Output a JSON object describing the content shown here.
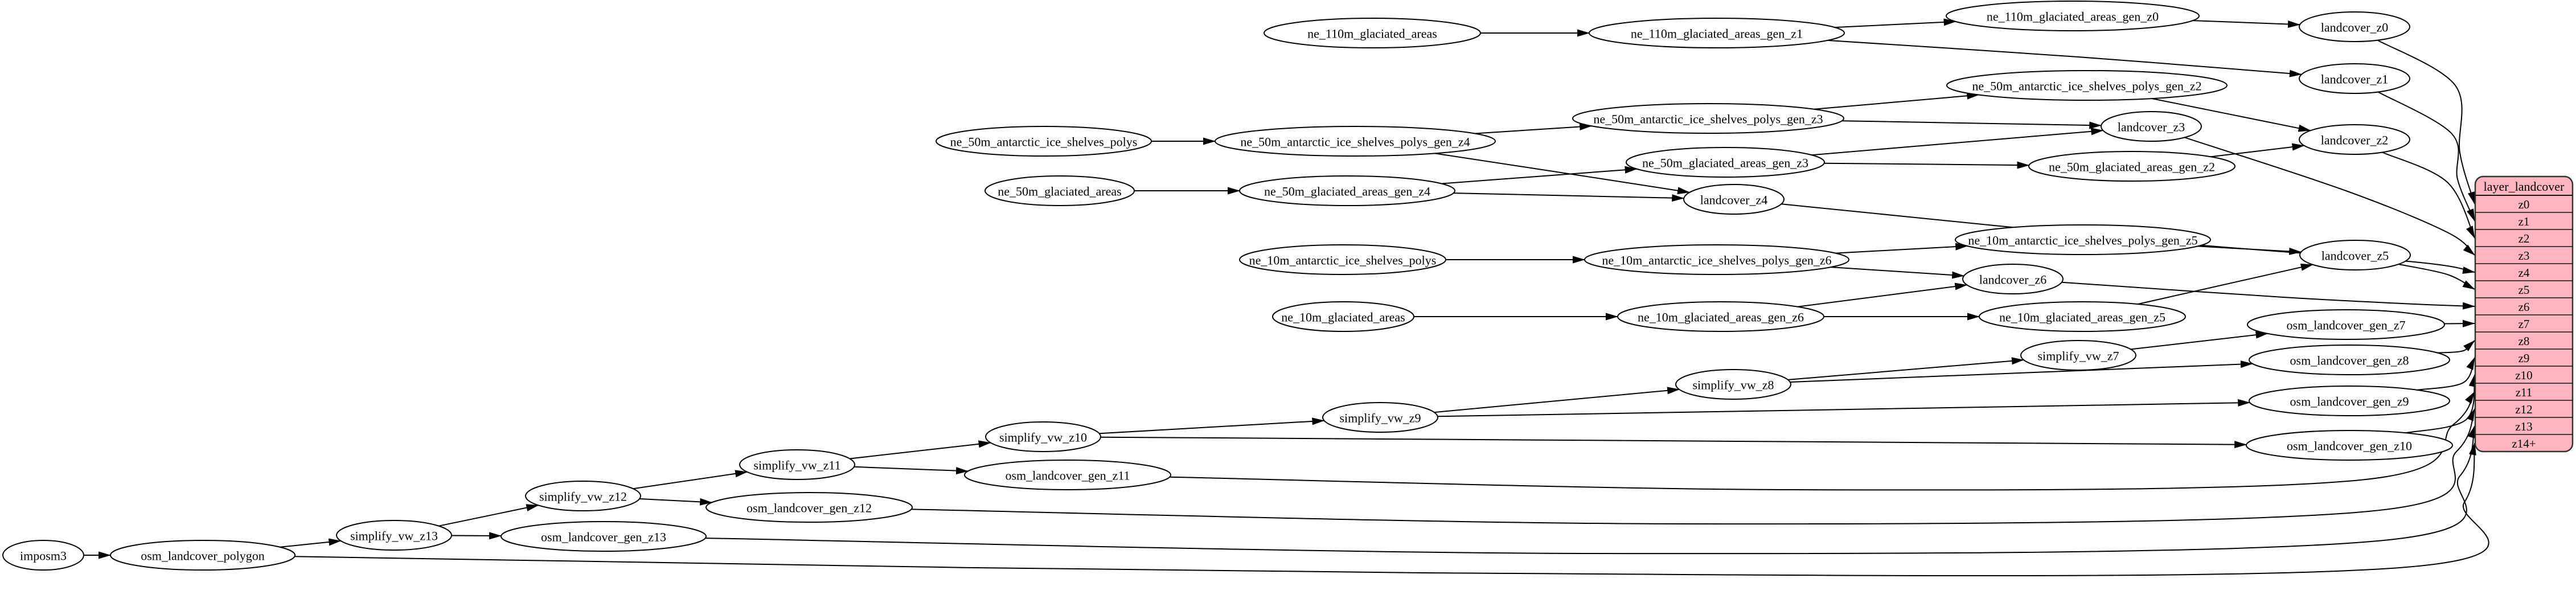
{
  "diagram": {
    "kind": "etl-dependency-graph",
    "colors": {
      "background": "#ffffff",
      "node_fill": "#ffffff",
      "node_stroke": "#000000",
      "edge": "#000000",
      "table_fill": "#ffb6c1",
      "table_border": "#333333",
      "table_separator": "#111111"
    },
    "nodes": [
      {
        "id": "imposm3",
        "label": "imposm3"
      },
      {
        "id": "osm_landcover_polygon",
        "label": "osm_landcover_polygon"
      },
      {
        "id": "simplify_vw_z13",
        "label": "simplify_vw_z13"
      },
      {
        "id": "osm_landcover_gen_z13",
        "label": "osm_landcover_gen_z13"
      },
      {
        "id": "simplify_vw_z12",
        "label": "simplify_vw_z12"
      },
      {
        "id": "osm_landcover_gen_z12",
        "label": "osm_landcover_gen_z12"
      },
      {
        "id": "simplify_vw_z11",
        "label": "simplify_vw_z11"
      },
      {
        "id": "osm_landcover_gen_z11",
        "label": "osm_landcover_gen_z11"
      },
      {
        "id": "simplify_vw_z10",
        "label": "simplify_vw_z10"
      },
      {
        "id": "simplify_vw_z9",
        "label": "simplify_vw_z9"
      },
      {
        "id": "simplify_vw_z8",
        "label": "simplify_vw_z8"
      },
      {
        "id": "simplify_vw_z7",
        "label": "simplify_vw_z7"
      },
      {
        "id": "osm_landcover_gen_z10",
        "label": "osm_landcover_gen_z10"
      },
      {
        "id": "osm_landcover_gen_z9",
        "label": "osm_landcover_gen_z9"
      },
      {
        "id": "osm_landcover_gen_z8",
        "label": "osm_landcover_gen_z8"
      },
      {
        "id": "osm_landcover_gen_z7",
        "label": "osm_landcover_gen_z7"
      },
      {
        "id": "ne_110m_glaciated_areas",
        "label": "ne_110m_glaciated_areas"
      },
      {
        "id": "ne_110m_glaciated_areas_gen_z1",
        "label": "ne_110m_glaciated_areas_gen_z1"
      },
      {
        "id": "ne_110m_glaciated_areas_gen_z0",
        "label": "ne_110m_glaciated_areas_gen_z0"
      },
      {
        "id": "landcover_z0",
        "label": "landcover_z0"
      },
      {
        "id": "landcover_z1",
        "label": "landcover_z1"
      },
      {
        "id": "landcover_z2",
        "label": "landcover_z2"
      },
      {
        "id": "ne_50m_antarctic_ice_shelves_polys",
        "label": "ne_50m_antarctic_ice_shelves_polys"
      },
      {
        "id": "ne_50m_antarctic_ice_shelves_polys_gen_z4",
        "label": "ne_50m_antarctic_ice_shelves_polys_gen_z4"
      },
      {
        "id": "ne_50m_antarctic_ice_shelves_polys_gen_z3",
        "label": "ne_50m_antarctic_ice_shelves_polys_gen_z3"
      },
      {
        "id": "ne_50m_antarctic_ice_shelves_polys_gen_z2",
        "label": "ne_50m_antarctic_ice_shelves_polys_gen_z2"
      },
      {
        "id": "ne_50m_glaciated_areas",
        "label": "ne_50m_glaciated_areas"
      },
      {
        "id": "ne_50m_glaciated_areas_gen_z4",
        "label": "ne_50m_glaciated_areas_gen_z4"
      },
      {
        "id": "ne_50m_glaciated_areas_gen_z3",
        "label": "ne_50m_glaciated_areas_gen_z3"
      },
      {
        "id": "ne_50m_glaciated_areas_gen_z2",
        "label": "ne_50m_glaciated_areas_gen_z2"
      },
      {
        "id": "landcover_z3",
        "label": "landcover_z3"
      },
      {
        "id": "landcover_z4",
        "label": "landcover_z4"
      },
      {
        "id": "ne_10m_antarctic_ice_shelves_polys",
        "label": "ne_10m_antarctic_ice_shelves_polys"
      },
      {
        "id": "ne_10m_antarctic_ice_shelves_polys_gen_z6",
        "label": "ne_10m_antarctic_ice_shelves_polys_gen_z6"
      },
      {
        "id": "ne_10m_antarctic_ice_shelves_polys_gen_z5",
        "label": "ne_10m_antarctic_ice_shelves_polys_gen_z5"
      },
      {
        "id": "landcover_z5",
        "label": "landcover_z5"
      },
      {
        "id": "landcover_z6",
        "label": "landcover_z6"
      },
      {
        "id": "ne_10m_glaciated_areas",
        "label": "ne_10m_glaciated_areas"
      },
      {
        "id": "ne_10m_glaciated_areas_gen_z6",
        "label": "ne_10m_glaciated_areas_gen_z6"
      },
      {
        "id": "ne_10m_glaciated_areas_gen_z5",
        "label": "ne_10m_glaciated_areas_gen_z5"
      }
    ],
    "edges": [
      {
        "from": "imposm3",
        "to": "osm_landcover_polygon"
      },
      {
        "from": "osm_landcover_polygon",
        "to": "simplify_vw_z13"
      },
      {
        "from": "osm_landcover_polygon",
        "to": "row:z14+"
      },
      {
        "from": "simplify_vw_z13",
        "to": "simplify_vw_z12"
      },
      {
        "from": "simplify_vw_z13",
        "to": "osm_landcover_gen_z13"
      },
      {
        "from": "osm_landcover_gen_z13",
        "to": "row:z13"
      },
      {
        "from": "simplify_vw_z12",
        "to": "simplify_vw_z11"
      },
      {
        "from": "simplify_vw_z12",
        "to": "osm_landcover_gen_z12"
      },
      {
        "from": "osm_landcover_gen_z12",
        "to": "row:z12"
      },
      {
        "from": "simplify_vw_z11",
        "to": "simplify_vw_z10"
      },
      {
        "from": "simplify_vw_z11",
        "to": "osm_landcover_gen_z11"
      },
      {
        "from": "osm_landcover_gen_z11",
        "to": "row:z11"
      },
      {
        "from": "simplify_vw_z10",
        "to": "simplify_vw_z9"
      },
      {
        "from": "simplify_vw_z10",
        "to": "osm_landcover_gen_z10"
      },
      {
        "from": "osm_landcover_gen_z10",
        "to": "row:z10"
      },
      {
        "from": "simplify_vw_z9",
        "to": "simplify_vw_z8"
      },
      {
        "from": "simplify_vw_z9",
        "to": "osm_landcover_gen_z9"
      },
      {
        "from": "osm_landcover_gen_z9",
        "to": "row:z9"
      },
      {
        "from": "simplify_vw_z8",
        "to": "simplify_vw_z7"
      },
      {
        "from": "simplify_vw_z8",
        "to": "osm_landcover_gen_z8"
      },
      {
        "from": "osm_landcover_gen_z8",
        "to": "row:z8"
      },
      {
        "from": "simplify_vw_z7",
        "to": "osm_landcover_gen_z7"
      },
      {
        "from": "osm_landcover_gen_z7",
        "to": "row:z7"
      },
      {
        "from": "ne_110m_glaciated_areas",
        "to": "ne_110m_glaciated_areas_gen_z1"
      },
      {
        "from": "ne_110m_glaciated_areas_gen_z1",
        "to": "ne_110m_glaciated_areas_gen_z0"
      },
      {
        "from": "ne_110m_glaciated_areas_gen_z1",
        "to": "landcover_z1"
      },
      {
        "from": "ne_110m_glaciated_areas_gen_z0",
        "to": "landcover_z0"
      },
      {
        "from": "landcover_z0",
        "to": "row:z0"
      },
      {
        "from": "landcover_z1",
        "to": "row:z1"
      },
      {
        "from": "landcover_z2",
        "to": "row:z2"
      },
      {
        "from": "landcover_z3",
        "to": "row:z3"
      },
      {
        "from": "landcover_z4",
        "to": "row:z4"
      },
      {
        "from": "landcover_z5",
        "to": "row:z5"
      },
      {
        "from": "landcover_z6",
        "to": "row:z6"
      },
      {
        "from": "ne_50m_antarctic_ice_shelves_polys",
        "to": "ne_50m_antarctic_ice_shelves_polys_gen_z4"
      },
      {
        "from": "ne_50m_antarctic_ice_shelves_polys_gen_z4",
        "to": "ne_50m_antarctic_ice_shelves_polys_gen_z3"
      },
      {
        "from": "ne_50m_antarctic_ice_shelves_polys_gen_z4",
        "to": "landcover_z4"
      },
      {
        "from": "ne_50m_antarctic_ice_shelves_polys_gen_z3",
        "to": "ne_50m_antarctic_ice_shelves_polys_gen_z2"
      },
      {
        "from": "ne_50m_antarctic_ice_shelves_polys_gen_z3",
        "to": "landcover_z3"
      },
      {
        "from": "ne_50m_antarctic_ice_shelves_polys_gen_z2",
        "to": "landcover_z2"
      },
      {
        "from": "ne_50m_glaciated_areas",
        "to": "ne_50m_glaciated_areas_gen_z4"
      },
      {
        "from": "ne_50m_glaciated_areas_gen_z4",
        "to": "ne_50m_glaciated_areas_gen_z3"
      },
      {
        "from": "ne_50m_glaciated_areas_gen_z4",
        "to": "landcover_z4"
      },
      {
        "from": "ne_50m_glaciated_areas_gen_z3",
        "to": "ne_50m_glaciated_areas_gen_z2"
      },
      {
        "from": "ne_50m_glaciated_areas_gen_z3",
        "to": "landcover_z3"
      },
      {
        "from": "ne_50m_glaciated_areas_gen_z2",
        "to": "landcover_z2"
      },
      {
        "from": "ne_10m_antarctic_ice_shelves_polys",
        "to": "ne_10m_antarctic_ice_shelves_polys_gen_z6"
      },
      {
        "from": "ne_10m_antarctic_ice_shelves_polys_gen_z6",
        "to": "ne_10m_antarctic_ice_shelves_polys_gen_z5"
      },
      {
        "from": "ne_10m_antarctic_ice_shelves_polys_gen_z6",
        "to": "landcover_z6"
      },
      {
        "from": "ne_10m_antarctic_ice_shelves_polys_gen_z5",
        "to": "landcover_z5"
      },
      {
        "from": "ne_10m_glaciated_areas",
        "to": "ne_10m_glaciated_areas_gen_z6"
      },
      {
        "from": "ne_10m_glaciated_areas_gen_z6",
        "to": "ne_10m_glaciated_areas_gen_z5"
      },
      {
        "from": "ne_10m_glaciated_areas_gen_z6",
        "to": "landcover_z6"
      },
      {
        "from": "ne_10m_glaciated_areas_gen_z5",
        "to": "landcover_z5"
      }
    ],
    "table": {
      "title": "layer_landcover",
      "rows": [
        "z0",
        "z1",
        "z2",
        "z3",
        "z4",
        "z5",
        "z6",
        "z7",
        "z8",
        "z9",
        "z10",
        "z11",
        "z12",
        "z13",
        "z14+"
      ]
    }
  }
}
